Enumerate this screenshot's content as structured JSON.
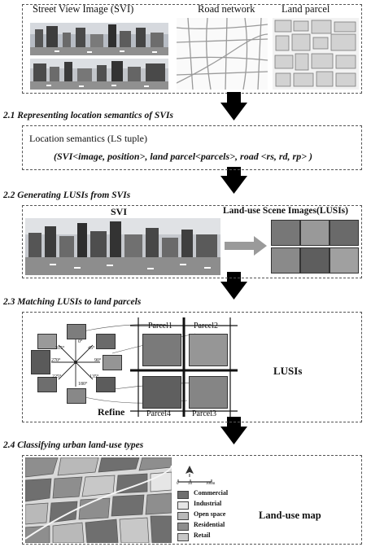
{
  "top": {
    "svi_label": "Street View Image (SVI)",
    "road_label": "Road network",
    "parcel_label": "Land parcel"
  },
  "s21": {
    "title": "2.1 Representing location semantics of SVIs",
    "ls_label": "Location semantics (LS tuple)",
    "tuple": "(SVI<image, position>, land parcel<parcels>,  road <rs, rd, rp> )"
  },
  "s22": {
    "title": "2.2 Generating LUSIs from SVIs",
    "svi": "SVI",
    "lusi": "Land-use Scene Images(LUSIs)"
  },
  "s23": {
    "title": "2.3 Matching LUSIs to land parcels",
    "parcel1": "Parcel1",
    "parcel2": "Parcel2",
    "parcel3": "Parcel3",
    "parcel4": "Parcel4",
    "refine": "Refine",
    "lusis": "LUSIs",
    "angles": [
      "0°",
      "45°",
      "90°",
      "135°",
      "180°",
      "225°",
      "270°",
      "315°"
    ]
  },
  "s24": {
    "title": "2.4 Classifying urban land-use types",
    "scale": [
      "0",
      "50",
      "100m"
    ],
    "legend": [
      "Commercial",
      "Industrial",
      "Open space",
      "Residential",
      "Retail"
    ],
    "map_label": "Land-use map"
  },
  "colors": {
    "commercial": "#6f6f6f",
    "industrial": "#e6e6e6",
    "open_space": "#b9b9b9",
    "residential": "#8e8e8e",
    "retail": "#c8c8c8"
  }
}
